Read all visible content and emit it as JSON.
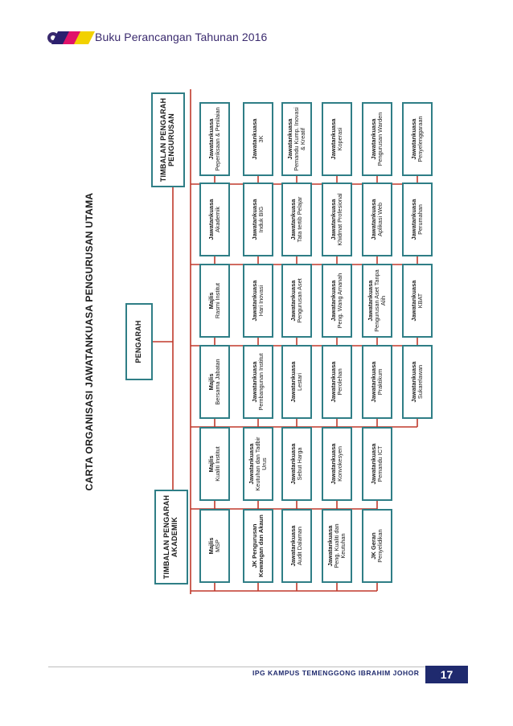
{
  "header": {
    "title": "Buku Perancangan Tahunan 2016",
    "accent": "#2b1f6e",
    "brand_colors": [
      "#3a2a6e",
      "#e0126a",
      "#f2d100"
    ]
  },
  "chart": {
    "title": "CARTA ORGANISASI JAWATANKUASA PENGURUSAN UTAMA",
    "top": "PENGARAH",
    "left_head": "TIMBALAN PENGARAH AKADEMIK",
    "right_head": "TIMBALAN PENGARAH PENGURUSAN",
    "line_color": "#c0392b",
    "box_border": "#2f7e86",
    "columns": [
      [
        {
          "t": "Majlis",
          "s": "MSP"
        },
        {
          "t": "JK Pengurusan Kewangan dan Akaun",
          "s": ""
        },
        {
          "t": "Jawatankuasa",
          "s": "Audit Dalaman"
        },
        {
          "t": "Jawatankuasa",
          "s": "Peng. Kualiti dan Keutuhan"
        },
        {
          "t": "JK Geran",
          "s": "Penyelidikan"
        }
      ],
      [
        {
          "t": "Majlis",
          "s": "Kualiti Institut"
        },
        {
          "t": "Jawatankuasa",
          "s": "Keutuhan dan Tadbir Urus"
        },
        {
          "t": "Jawatankuasa",
          "s": "Sebut Harga"
        },
        {
          "t": "Jawatankuasa",
          "s": "Konvokesyen"
        },
        {
          "t": "Jawatankuasa",
          "s": "Pemandu ICT"
        }
      ],
      [
        {
          "t": "Majlis",
          "s": "Bersama Jabatan"
        },
        {
          "t": "Jawatankuasa",
          "s": "Pembangunan Institut"
        },
        {
          "t": "Jawatankuasa",
          "s": "Lestari"
        },
        {
          "t": "Jawatankuasa",
          "s": "Perolehan"
        },
        {
          "t": "Jawatankuasa",
          "s": "Praktikum"
        },
        {
          "t": "Jawatankuasa",
          "s": "Sukarelawan"
        }
      ],
      [
        {
          "t": "Majlis",
          "s": "Rasmi Institut"
        },
        {
          "t": "Jawatankuasa",
          "s": "Hari Inovasi"
        },
        {
          "t": "Jawatankuasa",
          "s": "Pengurusan Aset"
        },
        {
          "t": "Jawatankuasa",
          "s": "Peng. Wang Amanah"
        },
        {
          "t": "Jawatankuasa",
          "s": "Pengurusan Aset Tanpa Alih"
        },
        {
          "t": "Jawatankuasa",
          "s": "KBAT"
        }
      ],
      [
        {
          "t": "Jawatankuasa",
          "s": "Akademik"
        },
        {
          "t": "Jawatankuasa",
          "s": "Induk BIG"
        },
        {
          "t": "Jawatankuasa",
          "s": "Tata tertib Pelajar"
        },
        {
          "t": "Jawatankuasa",
          "s": "Khidmat Profesional"
        },
        {
          "t": "Jawatankuasa",
          "s": "Aplikasi Web"
        },
        {
          "t": "Jawatankuasa",
          "s": "Perumahan"
        }
      ],
      [
        {
          "t": "Jawatankuasa",
          "s": "Peperiksaan & Penilaian"
        },
        {
          "t": "Jawatankuasa",
          "s": "3K"
        },
        {
          "t": "Jawatankuasa",
          "s": "Pemandu Kump. Inovasi & Kreatif"
        },
        {
          "t": "Jawatankuasa",
          "s": "Koperasi"
        },
        {
          "t": "Jawatankuasa",
          "s": "Pengurusan Warden"
        },
        {
          "t": "Jawatankuasa",
          "s": "Penyelenggaraan"
        }
      ]
    ]
  },
  "footer": {
    "institution": "IPG KAMPUS TEMENGGONG IBRAHIM JOHOR",
    "page": "17"
  }
}
